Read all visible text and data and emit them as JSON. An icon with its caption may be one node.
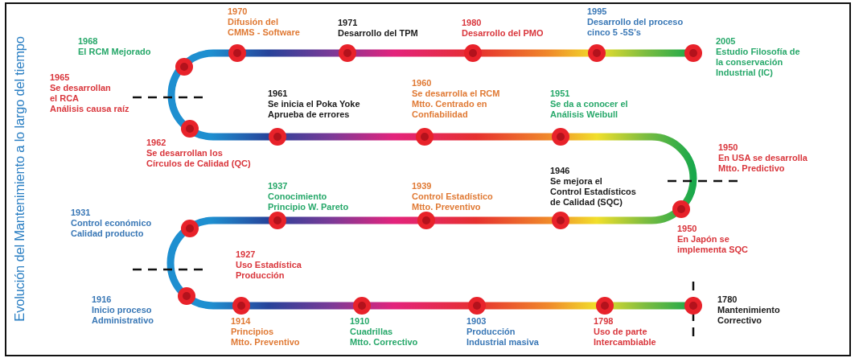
{
  "diagram": {
    "title": "Evolución del Mantenimiento a lo largo del tiempo",
    "nodes": [
      {
        "text": [
          "1968",
          "El RCM Mejorado"
        ]
      },
      {
        "text": [
          "1970",
          "Difusión del CMMS - Software"
        ]
      },
      {
        "text": [
          "1971",
          "Desarrollo del TPM"
        ]
      },
      {
        "text": [
          "1980",
          "Desarrollo del PMO"
        ]
      },
      {
        "text": [
          "1995",
          "Desarrollo del proceso cinco 5 -5S’s"
        ]
      },
      {
        "text": [
          "2005",
          "Estudio Filosofía de la conservación Industrial (IC)"
        ]
      },
      {
        "text": [
          "1965",
          "Se desarrollan el RCA Análisis causa raíz"
        ]
      },
      {
        "text": [
          "1961",
          "Se inicia el Poka Yoke Aprueba de errores"
        ]
      },
      {
        "text": [
          "1960",
          "Se desarrolla el RCM Mtto. Centrado en Confiabilidad"
        ]
      },
      {
        "text": [
          "1951",
          "Se da a conocer el Análisis Weibull"
        ]
      },
      {
        "text": [
          "1962",
          "Se desarrollan los Círculos de Calidad (QC)"
        ]
      },
      {
        "text": [
          "1950",
          "En USA se desarrolla Mtto. Predictivo"
        ]
      },
      {
        "text": [
          "1946",
          "Se mejora el Control Estadísticos de Calidad (SQC)"
        ]
      },
      {
        "text": [
          "1937",
          "Conocimiento Principio W. Pareto"
        ]
      },
      {
        "text": [
          "1939",
          "Control Estadístico Mtto. Preventivo"
        ]
      },
      {
        "text": [
          "1931",
          "Control económico Calidad producto"
        ]
      },
      {
        "text": [
          "1950",
          "En Japón se implementa SQC"
        ]
      },
      {
        "text": [
          "1927",
          "Uso Estadística Producción"
        ]
      },
      {
        "text": [
          "1916",
          "Inicio proceso Administrativo"
        ]
      },
      {
        "text": [
          "1914",
          "Principios Mtto. Preventivo"
        ]
      },
      {
        "text": [
          "1910",
          "Cuadrillas Mtto. Correctivo"
        ]
      },
      {
        "text": [
          "1903",
          "Producción Industrial masiva"
        ]
      },
      {
        "text": [
          "1798",
          "Uso de parte Intercambiable"
        ]
      },
      {
        "text": [
          "1780",
          "Mantenimiento Correctivo"
        ]
      }
    ]
  }
}
